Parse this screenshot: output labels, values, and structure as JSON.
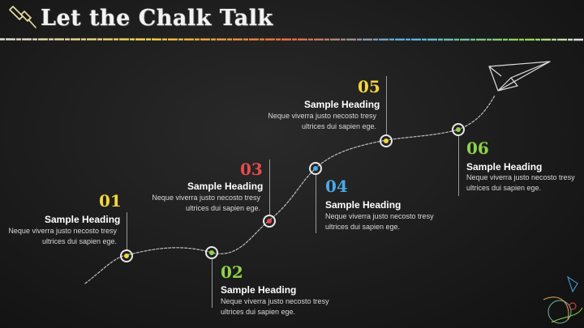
{
  "title": "Let the Chalk Talk",
  "colors": {
    "yellow": "#f5d53a",
    "green": "#8ed14b",
    "red": "#e84a4a",
    "blue": "#4aa8e8"
  },
  "icons": [
    "pushpin-icon",
    "paper-plane-icon"
  ],
  "steps": [
    {
      "number": "01",
      "heading": "Sample Heading",
      "body": "Neque viverra justo necosto tresy ultrices dui sapien ege.",
      "color": "yellow"
    },
    {
      "number": "02",
      "heading": "Sample Heading",
      "body": "Neque viverra justo necosto tresy ultrices dui sapien ege.",
      "color": "green"
    },
    {
      "number": "03",
      "heading": "Sample Heading",
      "body": "Neque viverra justo necosto tresy ultrices dui sapien ege.",
      "color": "red"
    },
    {
      "number": "04",
      "heading": "Sample Heading",
      "body": "Neque viverra justo necosto tresy ultrices dui sapien ege.",
      "color": "blue"
    },
    {
      "number": "05",
      "heading": "Sample Heading",
      "body": "Neque viverra justo necosto tresy ultrices dui sapien ege.",
      "color": "yellow"
    },
    {
      "number": "06",
      "heading": "Sample Heading",
      "body": "Neque viverra justo necosto tresy ultrices dui sapien ege.",
      "color": "green"
    }
  ]
}
